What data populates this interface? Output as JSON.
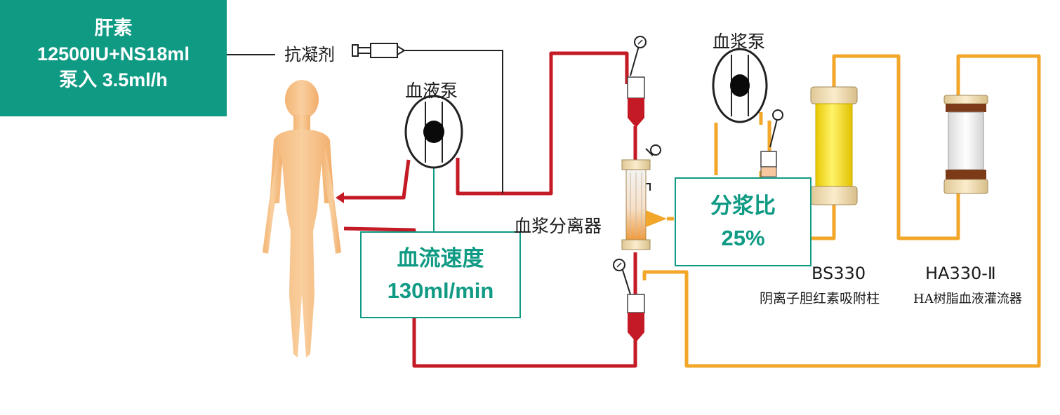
{
  "heparin": {
    "name": "肝素",
    "dose": "12500IU+NS18ml",
    "rate": "泵入 3.5ml/h"
  },
  "flow_rate": {
    "label": "血流速度",
    "value": "130ml/min"
  },
  "plasma_ratio": {
    "label": "分浆比",
    "value": "25%"
  },
  "labels": {
    "anticoagulant": "抗凝剂",
    "blood_pump": "血液泵",
    "plasma_separator": "血浆分离器",
    "plasma_pump": "血浆泵",
    "bs330": "BS330",
    "bs330_desc": "阴离子胆红素吸附柱",
    "ha330": "HA330-Ⅱ",
    "ha330_desc": "HA树脂血液灌流器"
  },
  "colors": {
    "accent": "#0f9a84",
    "blood_line": "#c41a25",
    "plasma_line": "#f2a62a",
    "body": "#f7c38b",
    "bs330_column": "#f5e21a"
  }
}
